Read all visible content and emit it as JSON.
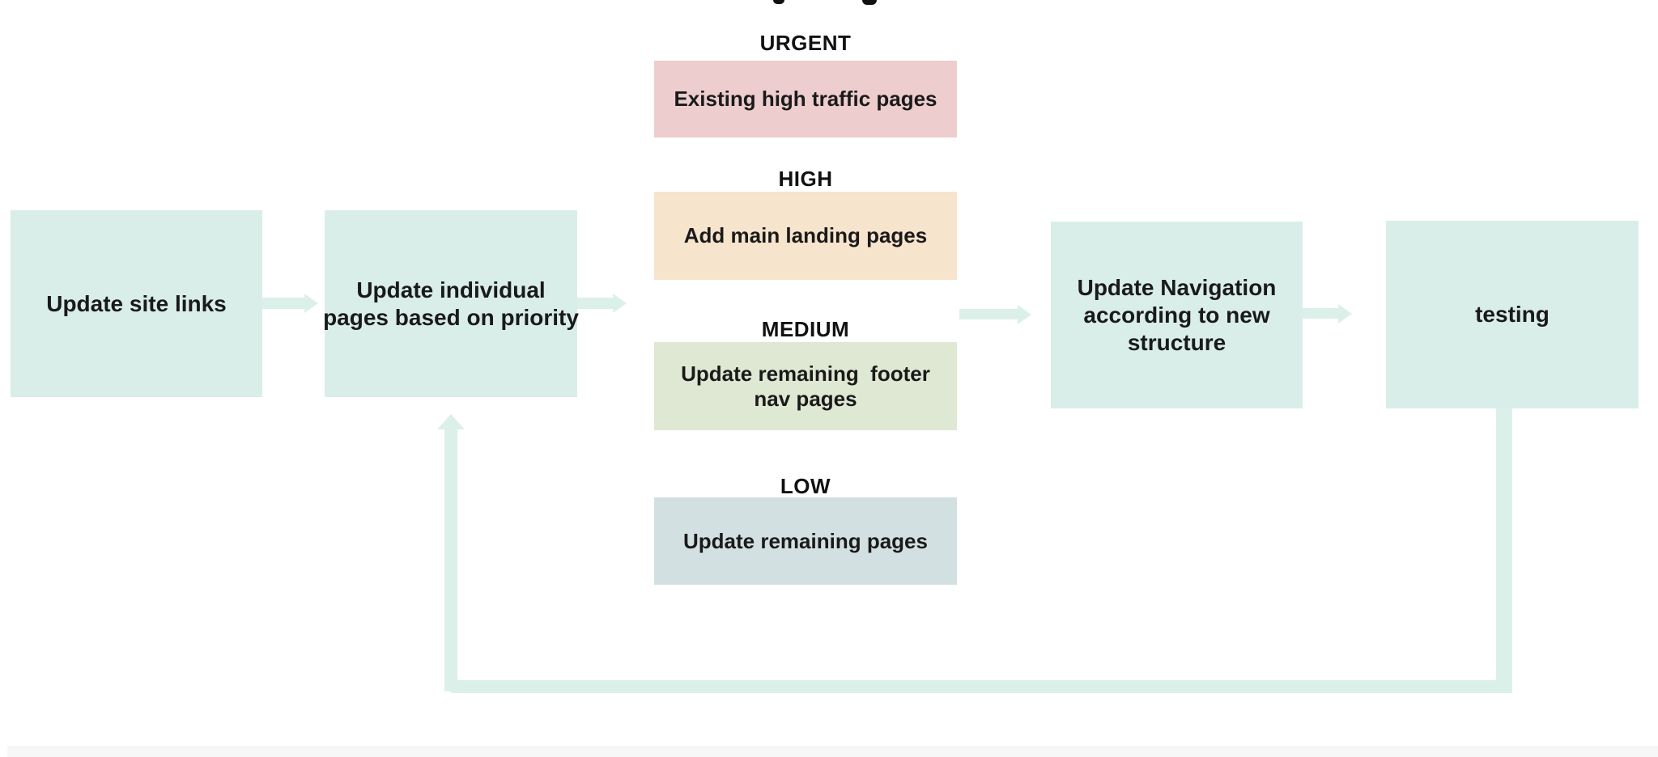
{
  "diagram": {
    "nodes": {
      "start": {
        "text": "Update site links",
        "lines": [
          "Update site links"
        ]
      },
      "prioritize": {
        "text": "Update individual pages based on priority",
        "lines": [
          "Update individual",
          "pages based on priority"
        ]
      },
      "navigation": {
        "text": "Update Navigation according to new structure",
        "lines": [
          "Update Navigation",
          "according to new",
          "structure"
        ]
      },
      "testing": {
        "text": "testing",
        "lines": [
          "testing"
        ]
      }
    },
    "priority_groups": [
      {
        "label": "URGENT",
        "task": "Existing high traffic pages",
        "lines": [
          "Existing high traffic pages"
        ],
        "color": "#eecdce"
      },
      {
        "label": "HIGH",
        "task": "Add main landing pages",
        "lines": [
          "Add main landing pages"
        ],
        "color": "#f7e4cc"
      },
      {
        "label": "MEDIUM",
        "task": "Update remaining  footer nav pages",
        "lines": [
          "Update remaining  footer",
          "nav pages"
        ],
        "color": "#dfe8d3"
      },
      {
        "label": "LOW",
        "task": "Update remaining pages",
        "lines": [
          "Update remaining pages"
        ],
        "color": "#d3e0e1"
      }
    ],
    "colors": {
      "flow_box": "#d9eee9",
      "arrow": "#dcf0ea",
      "text": "#1a1a1a",
      "background": "#ffffff",
      "bottom_strip": "#f7f7f8"
    }
  }
}
